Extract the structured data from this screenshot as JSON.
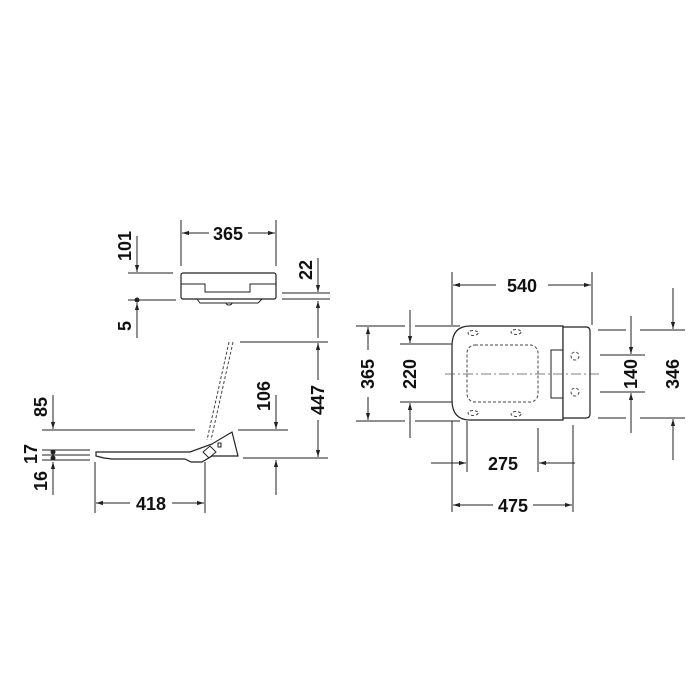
{
  "drawing": {
    "side_view": {
      "lid_width": "365",
      "lid_height_offset": "101",
      "lid_gap": "5",
      "lid_thickness": "22",
      "open_height": "447",
      "hinge_height": "106",
      "seat_top_offset": "85",
      "seat_thickness": "17",
      "seat_bottom_offset": "16",
      "seat_length": "418"
    },
    "top_view": {
      "overall_length": "540",
      "overall_width": "365",
      "inner_width": "220",
      "hinge_spacing": "140",
      "rear_width": "346",
      "inner_length": "275",
      "seat_length": "475"
    }
  }
}
